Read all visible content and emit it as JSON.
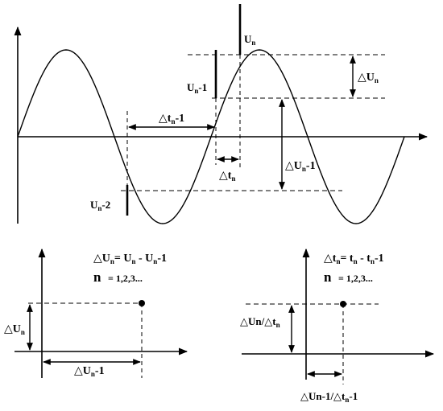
{
  "main_plot": {
    "label_un": {
      "base": "U",
      "sub": "n",
      "tail": ""
    },
    "label_un1": {
      "base": "U",
      "sub": "n",
      "tail": "-1"
    },
    "label_un2": {
      "base": "U",
      "sub": "n",
      "tail": "-2"
    },
    "label_dun": {
      "base": "△U",
      "sub": "n",
      "tail": ""
    },
    "label_dun1": {
      "base": "△U",
      "sub": "n",
      "tail": "-1"
    },
    "label_dtn1": {
      "base": "△t",
      "sub": "n",
      "tail": "-1"
    },
    "label_dtn": {
      "base": "△t",
      "sub": "n",
      "tail": ""
    }
  },
  "left_plot": {
    "eq_lhs_base": "△U",
    "eq_lhs_sub": "n",
    "eq_rhs_a_base": "= U",
    "eq_rhs_a_sub": "n",
    "eq_rhs_b_base": " - U",
    "eq_rhs_b_sub": "n",
    "eq_rhs_tail": "-1",
    "n_symbol": "n",
    "n_values": "= 1,2,3...",
    "label_y": {
      "base": "△U",
      "sub": "n",
      "tail": ""
    },
    "label_x": {
      "base": "△U",
      "sub": "n",
      "tail": "-1"
    }
  },
  "right_plot": {
    "eq_lhs_base": "△t",
    "eq_lhs_sub": "n",
    "eq_rhs_a_base": "= t",
    "eq_rhs_a_sub": "n",
    "eq_rhs_b_base": " - t",
    "eq_rhs_b_sub": "n",
    "eq_rhs_tail": "-1",
    "n_symbol": "n",
    "n_values": "= 1,2,3...",
    "label_y": {
      "base": "△Un/△t",
      "sub": "n",
      "tail": ""
    },
    "label_x": {
      "base": "△Un-1/△t",
      "sub": "n",
      "tail": "-1"
    }
  }
}
